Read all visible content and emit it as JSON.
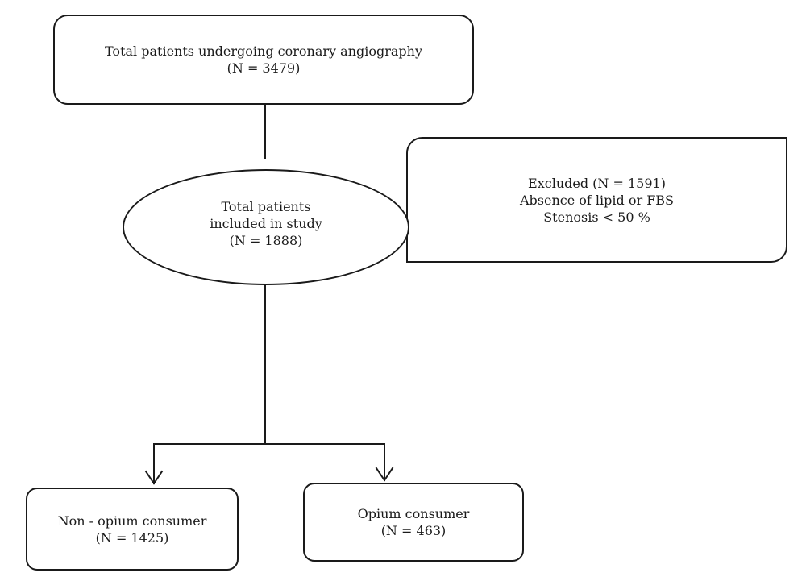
{
  "flowchart": {
    "total": {
      "line1": "Total patients undergoing coronary angiography",
      "line2": "(N = 3479)"
    },
    "excluded": {
      "line1": "Excluded (N = 1591)",
      "line2": "Absence of lipid or FBS",
      "line3": "Stenosis < 50 %"
    },
    "included": {
      "line1": "Total patients",
      "line2": "included in study",
      "line3": "(N = 1888)"
    },
    "non_opium": {
      "line1": "Non - opium consumer",
      "line2": "(N = 1425)"
    },
    "opium": {
      "line1": "Opium consumer",
      "line2": "(N = 463)"
    }
  }
}
